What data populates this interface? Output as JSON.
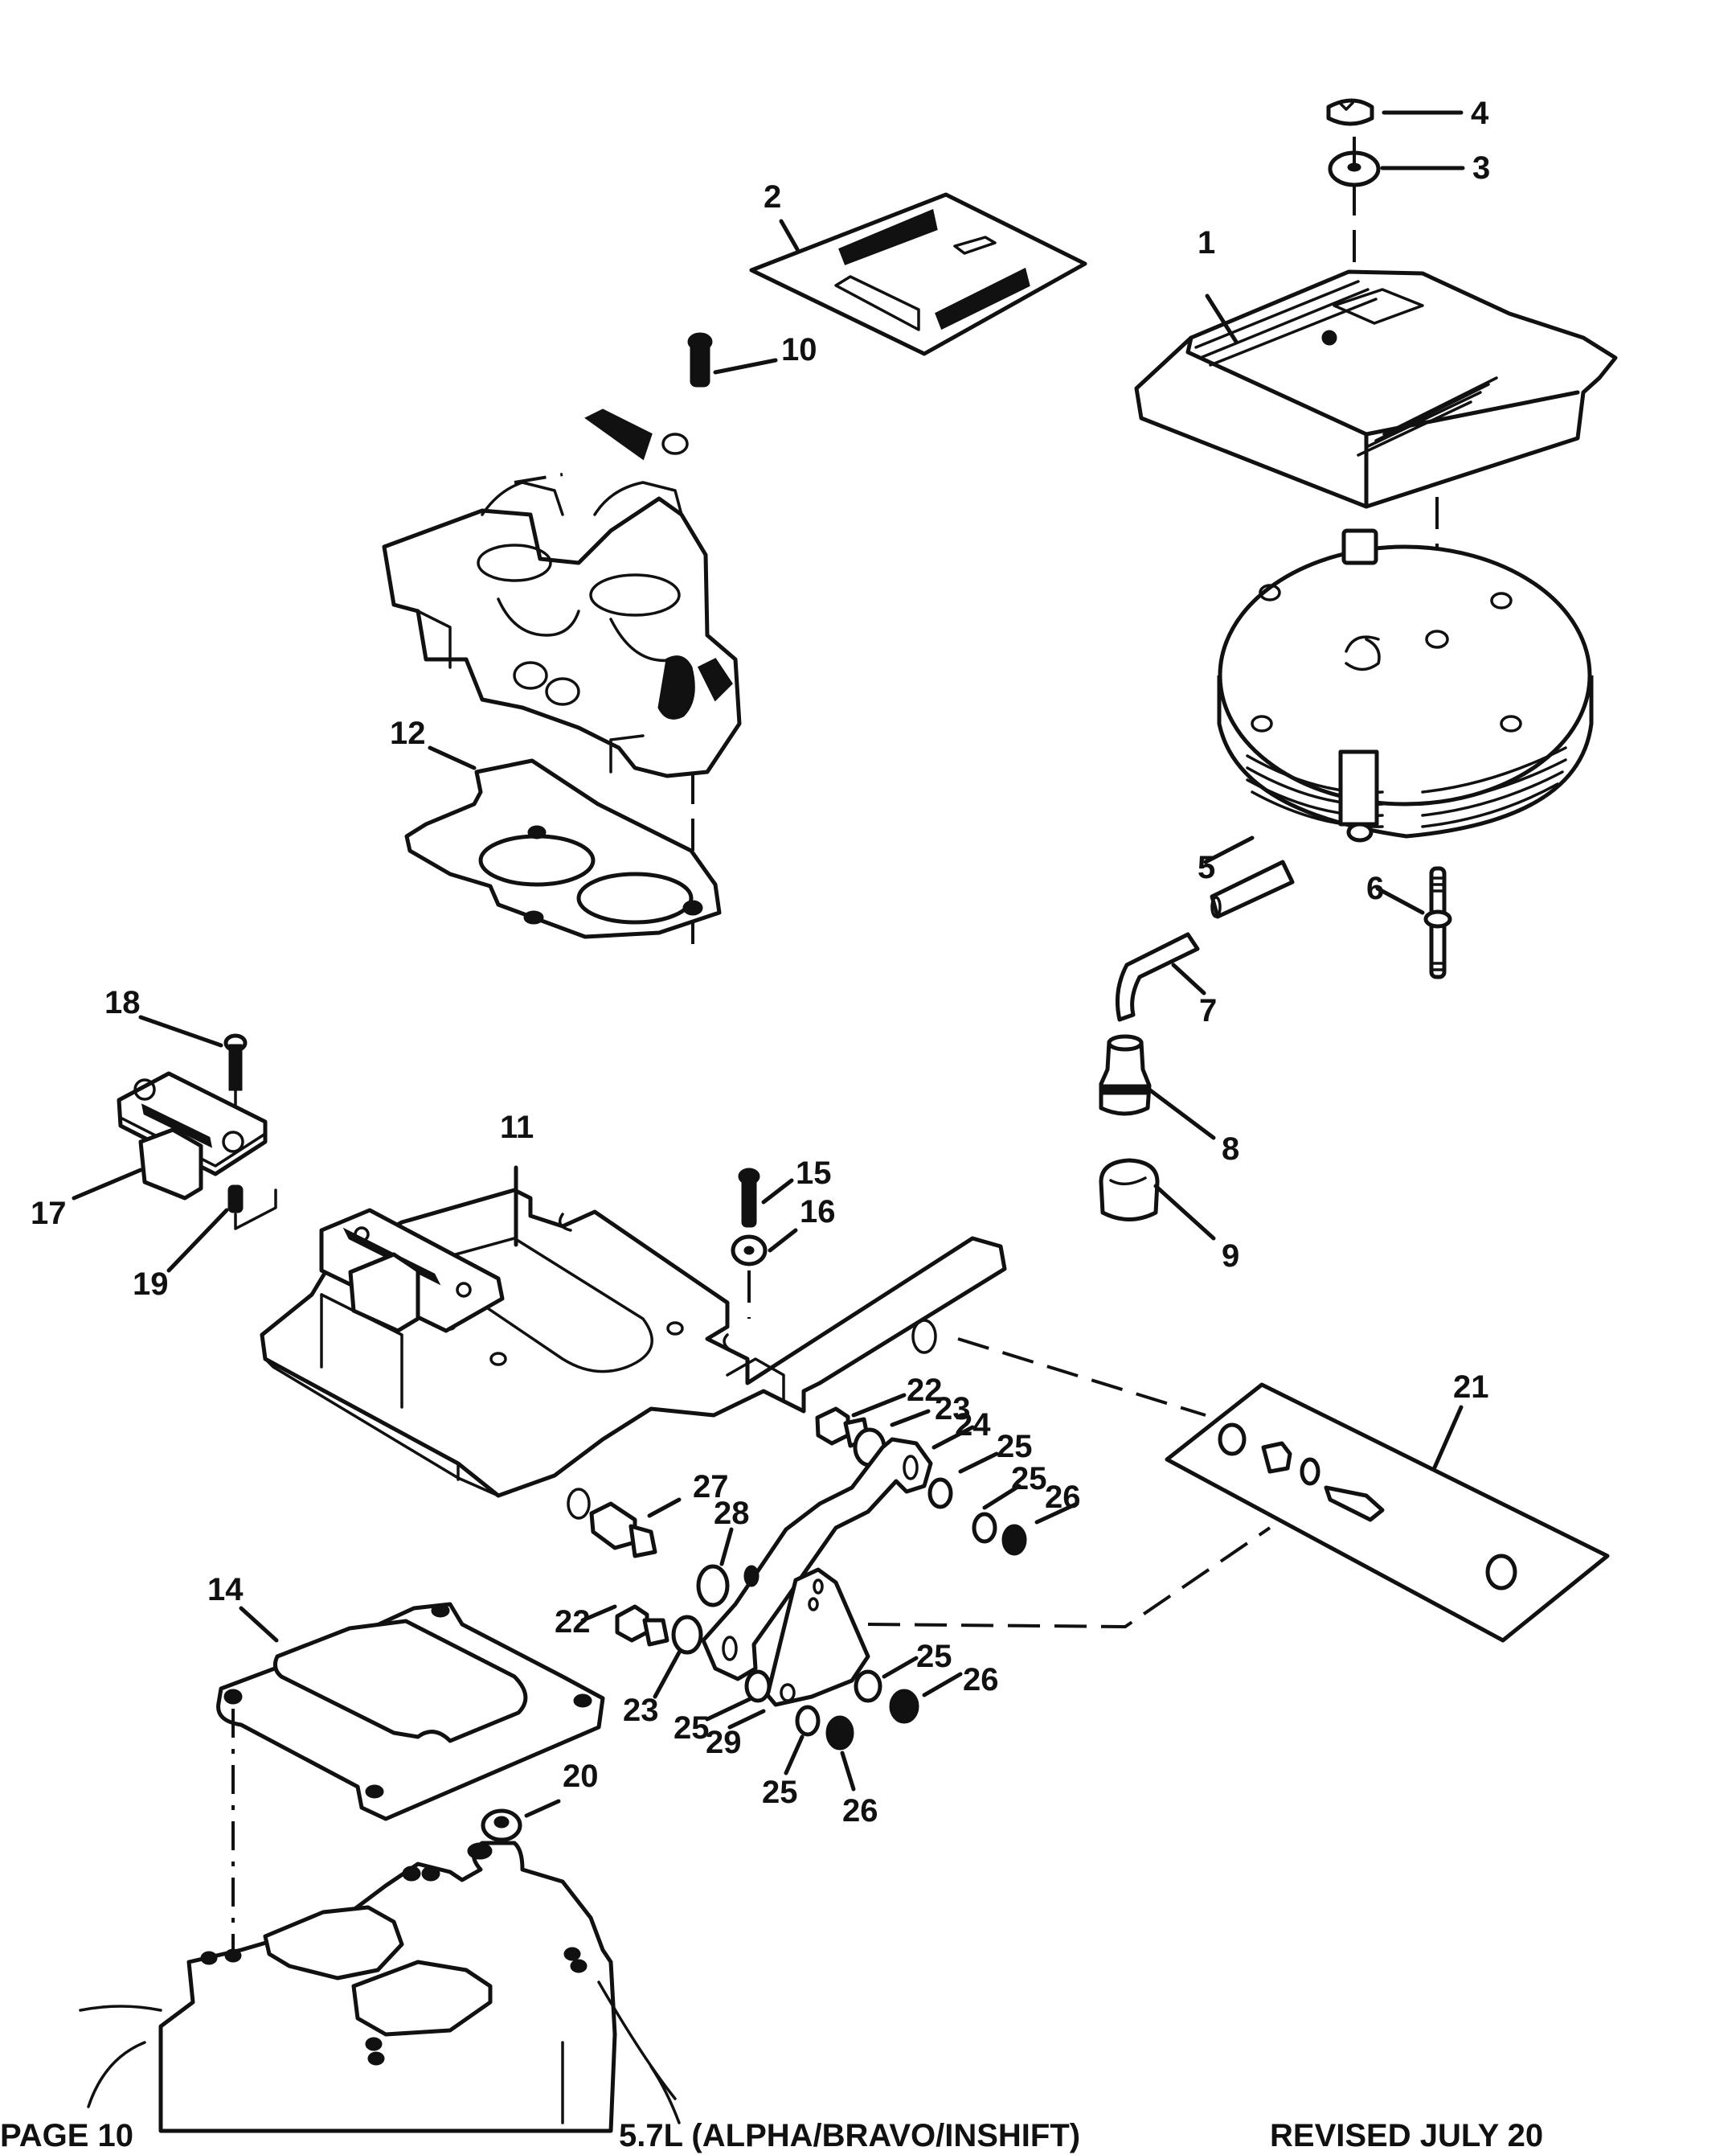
{
  "diagram": {
    "type": "exploded parts diagram",
    "subject": "Throttle body / flame arrestor assembly",
    "callouts": {
      "c1": "1",
      "c2": "2",
      "c3": "3",
      "c4": "4",
      "c5": "5",
      "c6": "6",
      "c7": "7",
      "c8": "8",
      "c9": "9",
      "c10": "10",
      "c11": "11",
      "c12": "12",
      "c14": "14",
      "c15": "15",
      "c16": "16",
      "c17": "17",
      "c18": "18",
      "c19": "19",
      "c20": "20",
      "c21": "21",
      "c22a": "22",
      "c22b": "22",
      "c23a": "23",
      "c23b": "23",
      "c24": "24",
      "c25a": "25",
      "c25b": "25",
      "c25c": "25",
      "c25d": "25",
      "c25e": "25",
      "c26a": "26",
      "c26b": "26",
      "c26c": "26",
      "c27": "27",
      "c28": "28",
      "c29": "29"
    },
    "parts": [
      {
        "ref": "1",
        "name": "flame-arrestor-cover"
      },
      {
        "ref": "2",
        "name": "decal"
      },
      {
        "ref": "3",
        "name": "washer"
      },
      {
        "ref": "4",
        "name": "nut"
      },
      {
        "ref": "5",
        "name": "flame-arrestor"
      },
      {
        "ref": "6",
        "name": "stud"
      },
      {
        "ref": "7",
        "name": "hose"
      },
      {
        "ref": "8",
        "name": "fitting"
      },
      {
        "ref": "9",
        "name": "cap"
      },
      {
        "ref": "10",
        "name": "screw"
      },
      {
        "ref": "11",
        "name": "throttle-body-adapter"
      },
      {
        "ref": "12",
        "name": "gasket"
      },
      {
        "ref": "14",
        "name": "gasket"
      },
      {
        "ref": "15",
        "name": "screw"
      },
      {
        "ref": "16",
        "name": "washer"
      },
      {
        "ref": "17",
        "name": "sensor"
      },
      {
        "ref": "18",
        "name": "screw"
      },
      {
        "ref": "19",
        "name": "seal"
      },
      {
        "ref": "20",
        "name": "seal"
      },
      {
        "ref": "21",
        "name": "linkage-kit"
      },
      {
        "ref": "22",
        "name": "stud"
      },
      {
        "ref": "23",
        "name": "washer"
      },
      {
        "ref": "24",
        "name": "lever"
      },
      {
        "ref": "25",
        "name": "washer"
      },
      {
        "ref": "26",
        "name": "nut"
      },
      {
        "ref": "27",
        "name": "stud"
      },
      {
        "ref": "28",
        "name": "washer"
      },
      {
        "ref": "29",
        "name": "link"
      }
    ]
  },
  "footer": {
    "left": "PAGE 10",
    "center": "5.7L (ALPHA/BRAVO/INSHIFT)",
    "right": "REVISED JULY 20"
  }
}
